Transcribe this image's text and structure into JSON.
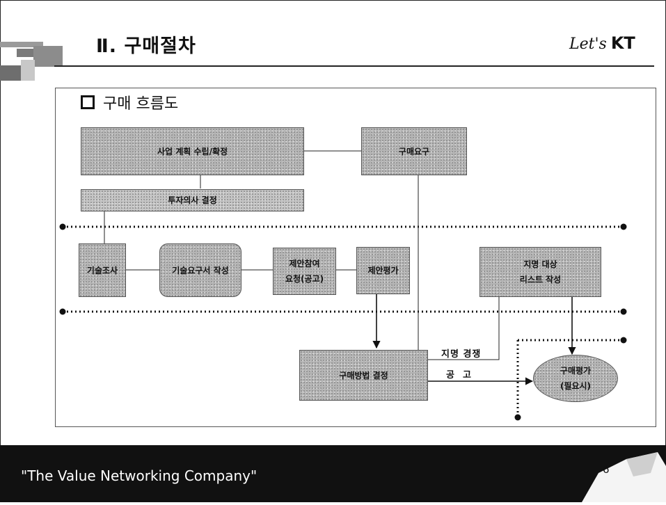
{
  "slide": {
    "title": "Ⅱ. 구매절차",
    "logo": {
      "lets": "Let's",
      "kt": "KT"
    },
    "subtitle": "구매 흐름도",
    "footer_slogan": "\"The Value Networking Company\"",
    "page_number": "6"
  },
  "nodes": {
    "business_plan": "사업 계획 수립/확정",
    "purchase_request": "구매요구",
    "investment_decision": "투자의사 결정",
    "tech_survey": "기술조사",
    "tech_requirements": "기술요구서 작성",
    "proposal_request": "제안참여\n요청(공고)",
    "proposal_evaluation": "제안평가",
    "designated_list": "지명 대상\n리스트 작성",
    "purchase_method": "구매방법 결정",
    "purchase_evaluation": "구매평가\n(필요시)"
  },
  "edge_labels": {
    "designated_competition": "지명 경쟁",
    "public_notice": "공  고"
  }
}
